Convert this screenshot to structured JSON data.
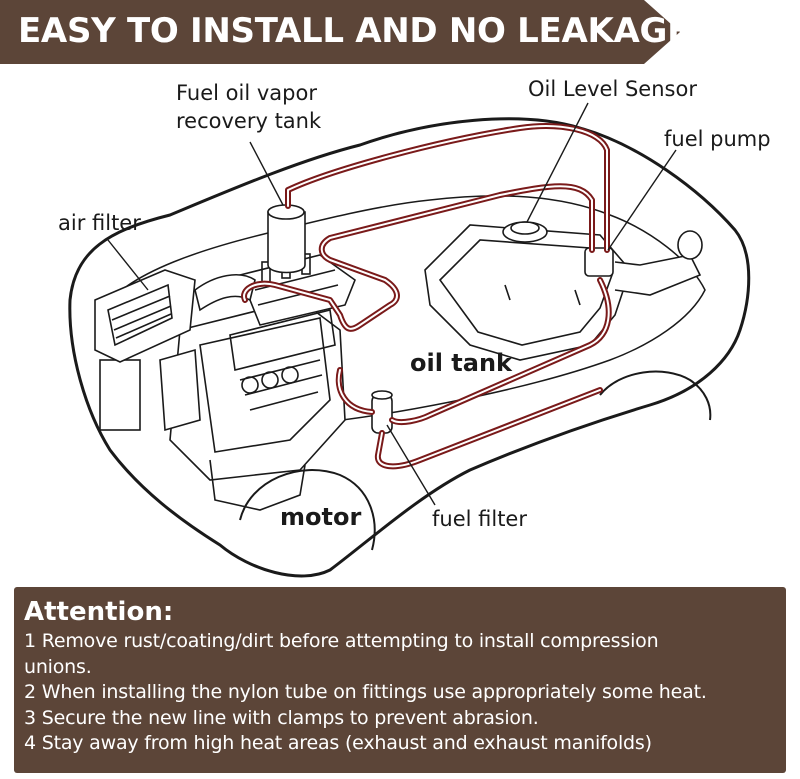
{
  "banner": {
    "text": "EASY TO INSTALL AND NO LEAKAGE",
    "color": "#5c4538"
  },
  "diagram": {
    "labels": {
      "vapor_tank_line1": "Fuel oil vapor",
      "vapor_tank_line2": "recovery tank",
      "oil_level_sensor": "Oil Level Sensor",
      "fuel_pump": "fuel pump",
      "air_filter": "air filter",
      "oil_tank": "oil tank",
      "motor": "motor",
      "fuel_filter": "fuel filter"
    },
    "line_color": "#7a1a1a"
  },
  "attention": {
    "title": "Attention:",
    "items": [
      "1 Remove rust/coating/dirt before attempting to install compression",
      "unions.",
      "2 When installing the nylon tube on fittings use appropriately some heat.",
      "3  Secure the new line with clamps to prevent abrasion.",
      "4 Stay away from high heat areas (exhaust and exhaust manifolds)"
    ],
    "background": "#5c4538"
  }
}
